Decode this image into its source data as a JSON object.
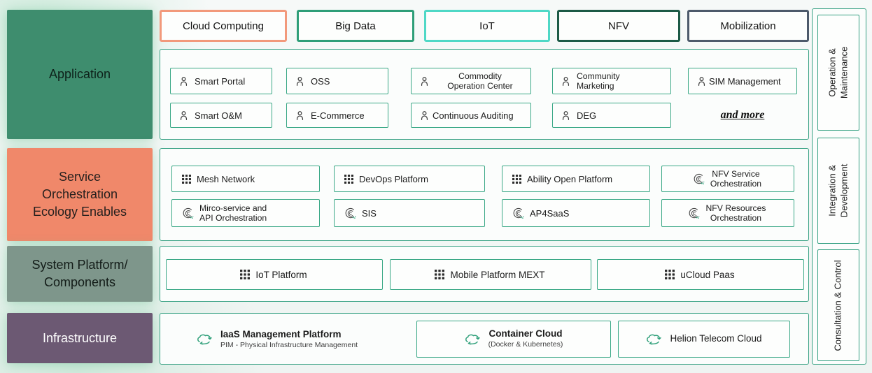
{
  "theme": {
    "border_green": "#35a082",
    "background": "#f4f8f6"
  },
  "tabs": [
    {
      "label": "Cloud Computing",
      "border_color": "#f2997b"
    },
    {
      "label": "Big Data",
      "border_color": "#2e9e78"
    },
    {
      "label": "IoT",
      "border_color": "#4fd8c6"
    },
    {
      "label": "NFV",
      "border_color": "#1c5a46"
    },
    {
      "label": "Mobilization",
      "border_color": "#4d5a6b"
    }
  ],
  "left_sections": [
    {
      "label": "Application",
      "bg": "#3e8d6e",
      "text_color": "#0d211a"
    },
    {
      "lines": [
        "Service",
        "Orchestration",
        "Ecology Enables"
      ],
      "bg": "#f0886a",
      "text_color": "#241f1d"
    },
    {
      "lines": [
        "System Platform/",
        "Components"
      ],
      "bg": "#7e968b",
      "text_color": "#131c18"
    },
    {
      "label": "Infrastructure",
      "bg": "#6c5973",
      "text_color": "#ffffff"
    }
  ],
  "application": {
    "row1": [
      {
        "label": "Smart Portal",
        "icon": "person"
      },
      {
        "label": "OSS",
        "icon": "person"
      },
      {
        "lines": [
          "Commodity",
          "Operation Center"
        ],
        "icon": "person"
      },
      {
        "lines": [
          "Community",
          "Marketing"
        ],
        "icon": "person"
      },
      {
        "label": "SIM Management",
        "icon": "person"
      }
    ],
    "row2": [
      {
        "label": "Smart O&M",
        "icon": "person"
      },
      {
        "label": "E-Commerce",
        "icon": "person"
      },
      {
        "label": "Continuous Auditing",
        "icon": "person"
      },
      {
        "label": "DEG",
        "icon": "person"
      }
    ],
    "more_label": "and more"
  },
  "service": {
    "row1": [
      {
        "label": "Mesh Network",
        "icon": "grid"
      },
      {
        "label": "DevOps Platform",
        "icon": "grid"
      },
      {
        "label": "Ability Open Platform",
        "icon": "grid"
      },
      {
        "lines": [
          "NFV Service",
          "Orchestration"
        ],
        "icon": "swirl"
      }
    ],
    "row2": [
      {
        "lines": [
          "Mirco-service and",
          "API Orchestration"
        ],
        "icon": "swirl"
      },
      {
        "label": "SIS",
        "icon": "swirl"
      },
      {
        "label": "AP4SaaS",
        "icon": "swirl"
      },
      {
        "lines": [
          "NFV Resources",
          "Orchestration"
        ],
        "icon": "swirl"
      }
    ]
  },
  "system": {
    "items": [
      {
        "label": "IoT Platform",
        "icon": "grid"
      },
      {
        "label": "Mobile Platform MEXT",
        "icon": "grid"
      },
      {
        "label": "uCloud Paas",
        "icon": "grid"
      }
    ]
  },
  "infrastructure": {
    "items": [
      {
        "title": "IaaS Management Platform",
        "subtitle": "PIM - Physical Infrastructure Management",
        "icon": "cloud-cycle"
      },
      {
        "title": "Container Cloud",
        "subtitle": "(Docker & Kubernetes)",
        "icon": "cloud-cycle"
      },
      {
        "title": "Helion Telecom Cloud",
        "icon": "cloud-cycle"
      }
    ]
  },
  "right_sections": [
    {
      "lines": [
        "Operation &",
        "Maintenance"
      ]
    },
    {
      "lines": [
        "Integration &",
        "Development"
      ]
    },
    {
      "label": "Consultation & Control"
    }
  ]
}
